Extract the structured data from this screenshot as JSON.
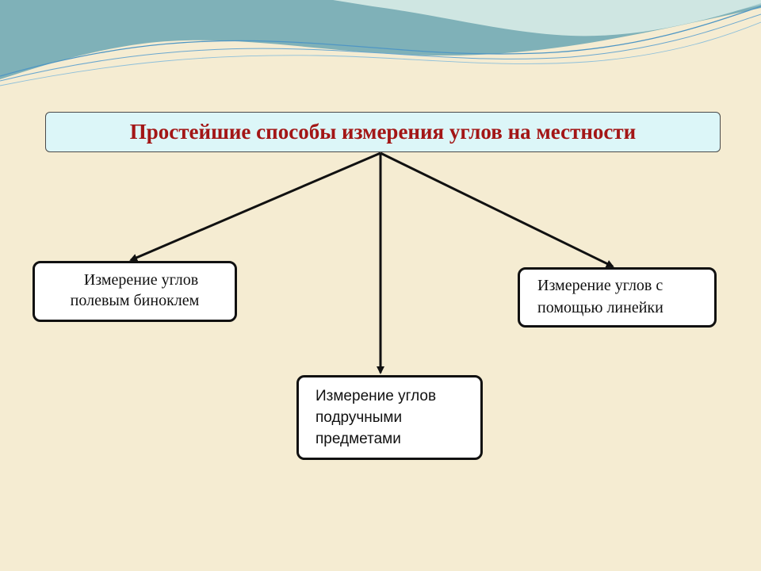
{
  "diagram": {
    "title": "Простейшие способы измерения углов на местности",
    "nodes": {
      "binocular": {
        "lines": [
          "Измерение углов",
          "полевым биноклем"
        ]
      },
      "ruler": {
        "lines": [
          "Измерение углов с",
          "помощью линейки"
        ]
      },
      "objects": {
        "lines": [
          "Измерение углов",
          "подручными",
          "предметами"
        ]
      }
    },
    "edges": [
      {
        "from": "title",
        "to": "binocular"
      },
      {
        "from": "title",
        "to": "objects"
      },
      {
        "from": "title",
        "to": "ruler"
      }
    ]
  },
  "colors": {
    "background": "#f5ecd2",
    "title_fill": "#dcf6f8",
    "title_text": "#a31616",
    "node_border": "#111111",
    "wave_dark": "#7fb1b8",
    "wave_mid": "#a9cfd0",
    "wave_light": "#cfe6e2"
  }
}
